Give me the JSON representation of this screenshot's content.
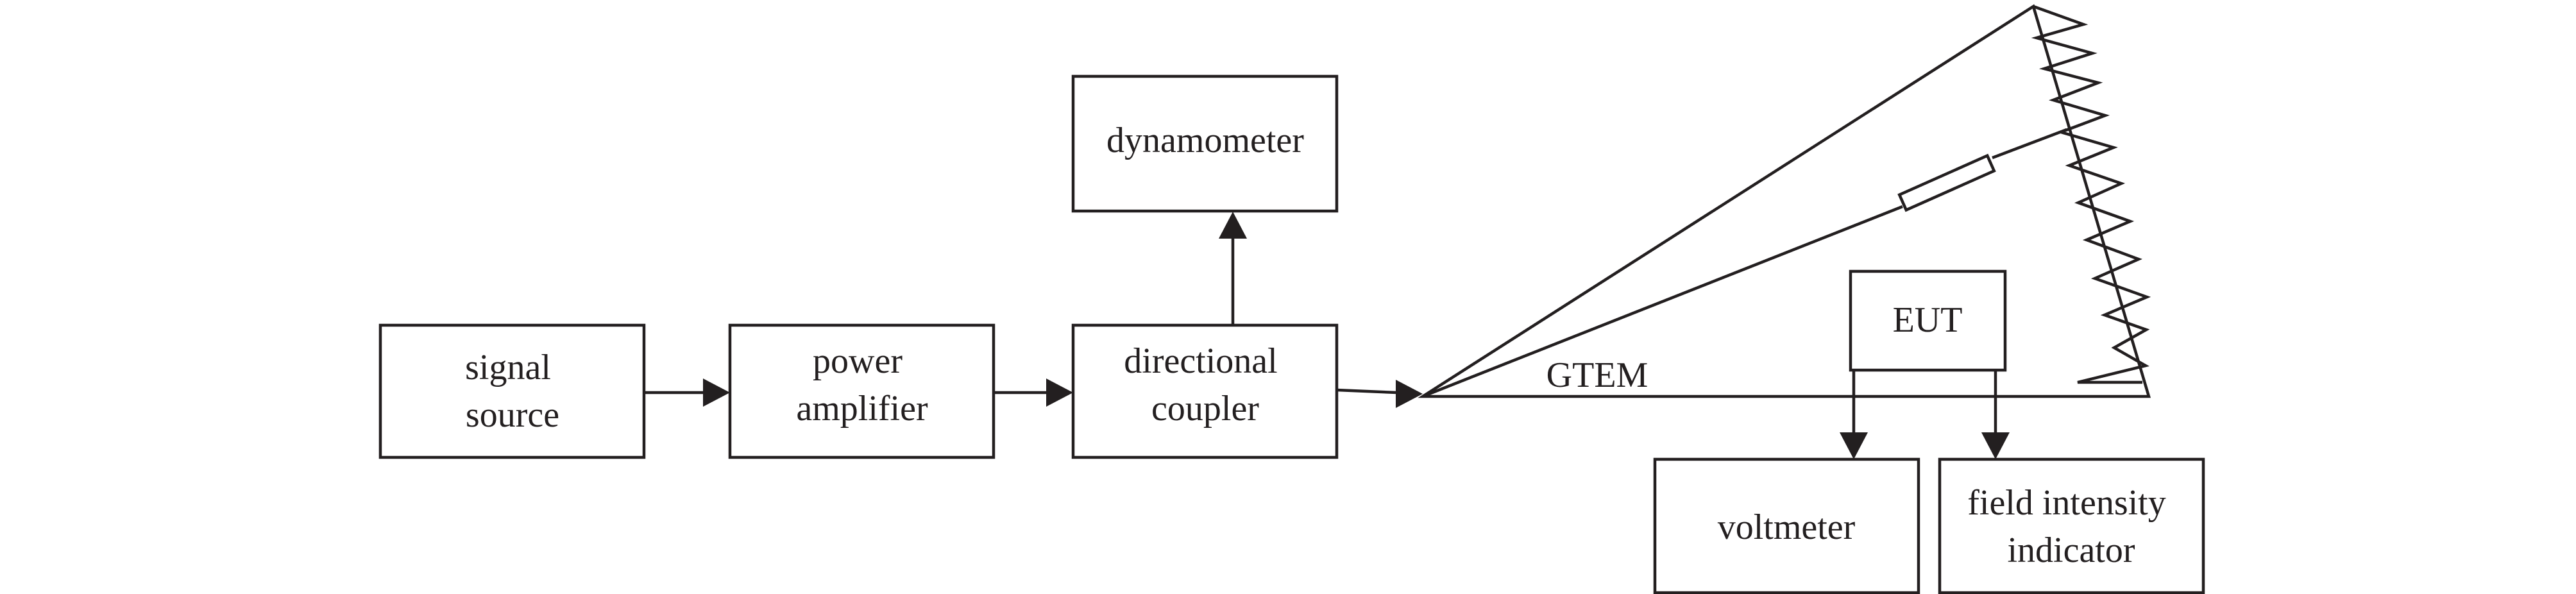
{
  "blocks": {
    "signal_source": [
      "signal",
      "source"
    ],
    "power_amplifier": [
      "power",
      "amplifier"
    ],
    "directional_coupler": [
      "directional",
      "coupler"
    ],
    "dynamometer": "dynamometer",
    "eut": "EUT",
    "voltmeter": "voltmeter",
    "field_intensity_indicator": [
      "field intensity",
      "indicator"
    ]
  },
  "chamber_label": "GTEM",
  "colors": {
    "ink": "#231f20",
    "background": "#ffffff"
  }
}
